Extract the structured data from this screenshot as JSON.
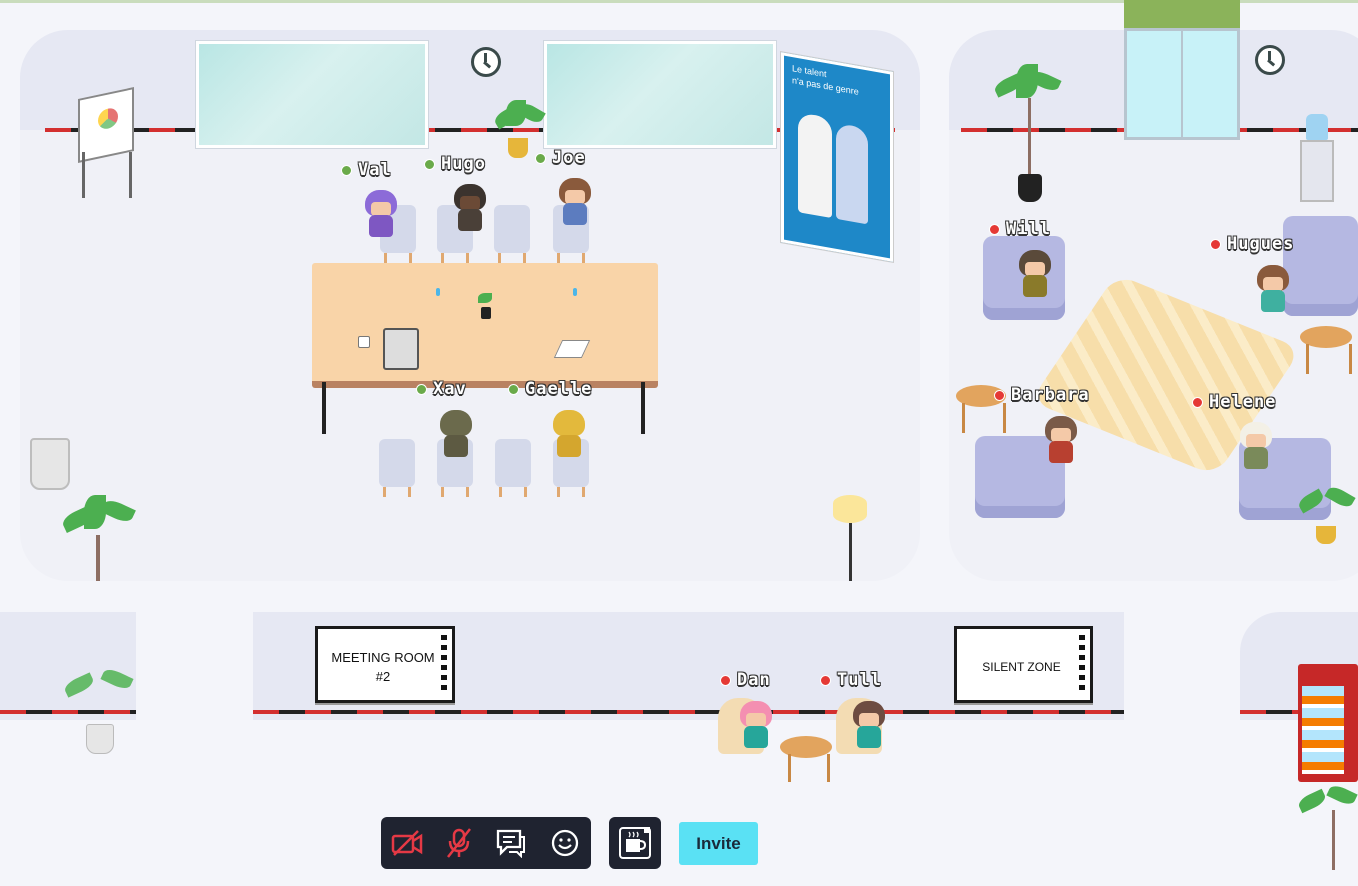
{
  "users": {
    "val": {
      "name": "Val",
      "status_color": "#6aaa4a"
    },
    "hugo": {
      "name": "Hugo",
      "status_color": "#6aaa4a"
    },
    "joe": {
      "name": "Joe",
      "status_color": "#6aaa4a"
    },
    "xav": {
      "name": "Xav",
      "status_color": "#6aaa4a"
    },
    "gaelle": {
      "name": "Gaelle",
      "status_color": "#6aaa4a"
    },
    "will": {
      "name": "Will",
      "status_color": "#e53935"
    },
    "hugues": {
      "name": "Hugues",
      "status_color": "#e53935"
    },
    "barbara": {
      "name": "Barbara",
      "status_color": "#e53935"
    },
    "helene": {
      "name": "Helene",
      "status_color": "#e53935"
    },
    "dan": {
      "name": "Dan",
      "status_color": "#e53935"
    },
    "tull": {
      "name": "Tull",
      "status_color": "#e53935"
    }
  },
  "signs": {
    "meeting_room_line1": "MEETING ROOM",
    "meeting_room_line2": "#2",
    "silent_zone": "SILENT ZONE"
  },
  "poster": {
    "line1": "Le talent",
    "line2": "n'a pas de genre"
  },
  "toolbar": {
    "camera_icon": "camera-off-icon",
    "mic_icon": "mic-off-icon",
    "chat_icon": "chat-icon",
    "emoji_icon": "emoji-icon",
    "coffee_icon": "coffee-break-icon",
    "invite_label": "Invite"
  },
  "colors": {
    "toolbar_bg": "#1f2330",
    "invite_bg": "#5ae1f4",
    "online": "#6aaa4a",
    "busy": "#e53935"
  }
}
